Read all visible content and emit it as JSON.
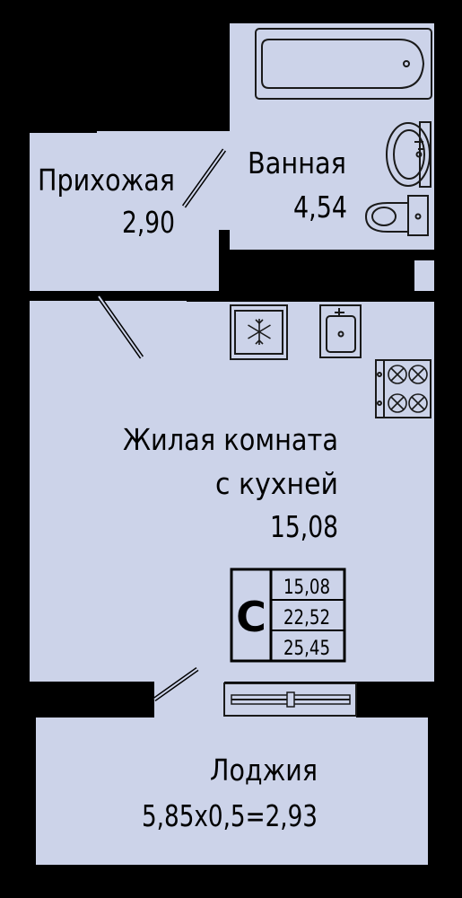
{
  "colors": {
    "floor": "#ccd3e9",
    "wall": "#000000",
    "background": "#000000",
    "line": "#1a1a1a"
  },
  "rooms": {
    "hall": {
      "name": "Прихожая",
      "area": "2,90"
    },
    "bath": {
      "name": "Ванная",
      "area": "4,54"
    },
    "living": {
      "name_line1": "Жилая комната",
      "name_line2": "с кухней",
      "area": "15,08"
    },
    "loggia": {
      "name": "Лоджия",
      "area": "5,85x0,5=2,93"
    }
  },
  "summary": {
    "letter": "С",
    "values": [
      "15,08",
      "22,52",
      "25,45"
    ]
  }
}
